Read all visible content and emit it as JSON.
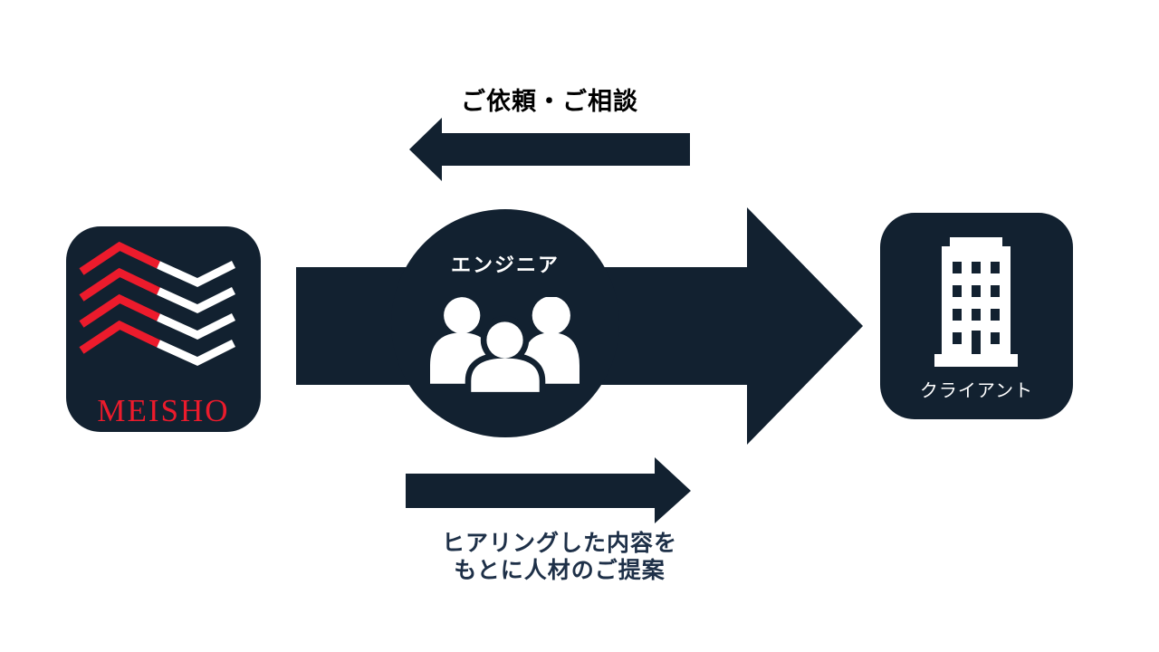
{
  "palette": {
    "navy": "#122130",
    "red": "#ec1b2c",
    "white": "#ffffff",
    "black": "#000000",
    "label_navy": "#1e3048",
    "canvas_bg": "#ffffff"
  },
  "top_flow": {
    "label": "ご依頼・ご相談",
    "direction": "left",
    "icon": "arrow-left-icon"
  },
  "main_flow": {
    "direction": "right",
    "icon": "arrow-right-icon"
  },
  "meisho": {
    "brand": "MEISHO",
    "icon": "chevron-zigzag-logo-icon"
  },
  "engineer": {
    "label": "エンジニア",
    "icon": "people-group-icon"
  },
  "client": {
    "label": "クライアント",
    "icon": "office-building-icon"
  },
  "bottom_flow": {
    "label_line1": "ヒアリングした内容を",
    "label_line2": "もとに人材のご提案",
    "direction": "right",
    "icon": "arrow-right-icon"
  }
}
